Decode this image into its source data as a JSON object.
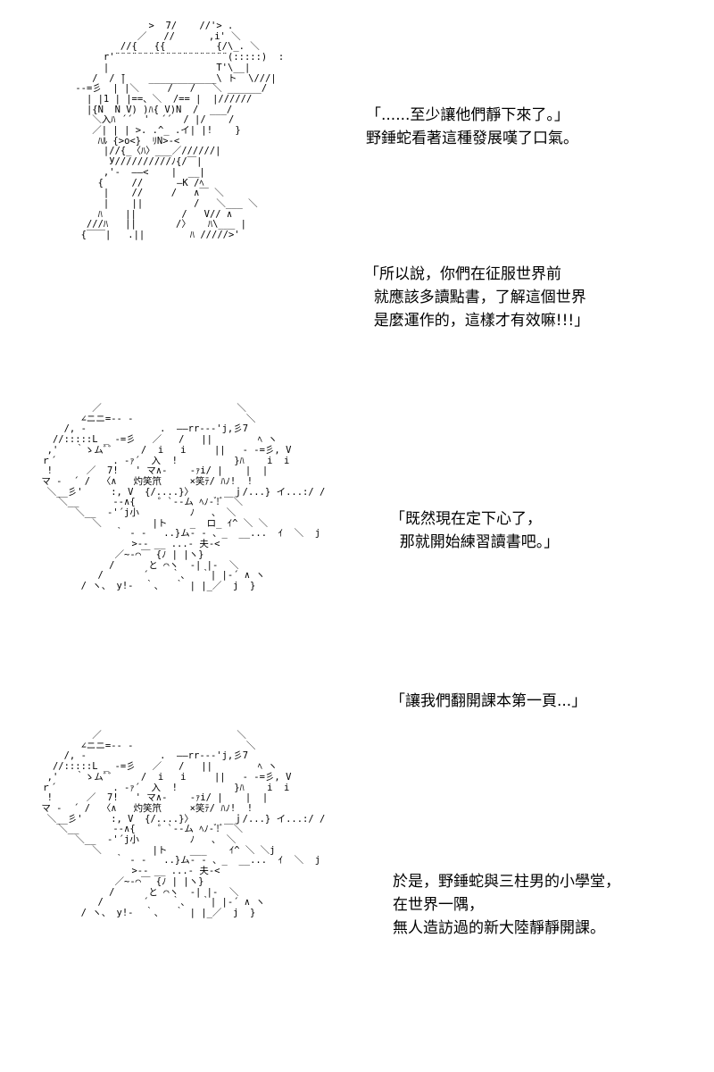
{
  "panels": [
    {
      "art": "              >  7/    //'> .\n            ／   //      ,i' ＼\n         //{   {{         {/\\_. ＼\n      r'¨¨¨¨¨¨¨¨¨¨¨¨¨¨¨¨¨¨¨¨(:::::)  :\n      |                   T'\\__|\n    /  / ̄|    ____________\\ ト  \\///|\n --=彡  | |＼     /   /   ＼ ______/\n   | |1 | |==、＼  /== |  |//////\n   |{N  N V) )ﾊ{ V)N  /  ___/\n    ＼入ﾊ ´´  '  ´´  / |/    /\n    ／| | | >. .^_ .イ| |!    }\n     ﾊﾙ {>o<}  ﾘN>-<\n      |//{_〈ﾊ〉___／//////|\n       У//////////ﾉ{/￣|\n      ,'-  ――<    |  __|\n     {     //      ―K /ﾍ\n      |    //     /   ∧￣ ＼\n      |    ||         /   ＼___ ＼\n     ﾊ    ||        /   V// ∧\n   ///ﾊ   ||       /〉   ﾊ\\___ |\n  {￣￣|   .||        ﾊ /////>'",
      "dialogue": "「......至少讓他們靜下來了。」\n野錘蛇看著這種發展嘆了口氣。"
    },
    {
      "dialogue": "「所以說，你們在征服世界前\n  就應該多讀點書，了解這個世界\n  是麼運作的，這樣才有效嘛!!!」"
    },
    {
      "art": "          ／                        ＼\n        ∠ニニ=-- ‐                    ＼\n     /, -             .  ――rr‐‐‐'j,彡7\n   //:::::L _ -=彡   ／   /   ||        ﾍ ヽ\n  ,'   ｀ゝムﾞﾞ     /  i   i     ||   ‐ -=彡, V\n ｒ´          . -ｧ´  入  !          }ﾊ    i  i\n  !      ／  7!   ' マ∧‐    -ｧi/ |    |  |\n マ ‐  ´ /  〈∧   灼笑笊     ×笑ﾃ/ ﾊﾉ!  !\n  ＼__彡'     :, V  {/....}〉       ｊ/...} イ...:/ /\n    ＼__      --∧{    ゜`‐‐ム ﾍﾉ‐ ゙!ﾞ￣＼\n       ＼__  ‐'´j小         ﾉ   、 ＼\n          ＼         |ト    _  ロ_ ｲ^ ＼ ＼\n              ｀ ‐ -   ..}ム- ‐ 、_  __...  ｲ  ＼  j\n                 >‐- __ ...‐ 夫-<\n              ／~‐⌒￣ {ﾉ | |ヽ}\n             /      と ⌒ヽ  ‐| |‐  ＼\n           /       ´    ｀、  ｀| |‐´ ∧ ヽ\n        / ヽ、 y!‐  ｀、  ｀ | |_／  j  }",
      "dialogue": "「既然現在定下心了，\n  那就開始練習讀書吧。」"
    },
    {
      "dialogue": "「讓我們翻開課本第一頁...」"
    },
    {
      "art": "          ／                        ＼\n        ∠ニニ=-- ‐                    ＼\n     /, -             .  ――rr‐‐‐'j,彡7\n   //:::::L _ -=彡   ／   /   ||        ﾍ ヽ\n  ,'   ｀ゝムﾞﾞ     /  i   i     ||   ‐ -=彡, V\n ｒ´          . -ｧ´  入  !          }ﾊ    i  i\n  !      ／  7!   ' マ∧‐    -ｧi/ |    |  |\n マ ‐  ´ /  〈∧   灼笑笊     ×笑ﾃ/ ﾊﾉ!  !\n  ＼__彡'     :, V  {/....}〉       ｊ/...} イ...:/ /\n    ＼__      --∧{    ゜`‐‐ム ﾍﾉ‐ ゙!ﾞ￣＼\n       ＼__  ‐'´j小         ﾉ   、 ＼\n          ＼         |ト    ___    ｲ^ ＼ ＼j\n              ｀ ‐ -   ..}ム- ‐ 、_  __...  ｲ  ＼  j\n                 >‐- __ ...‐ 夫-<\n              ／~‐⌒￣ {ﾉ | |ヽ}\n             /      と ⌒ヽ  ‐| |‐  ＼\n           /       ´    ｀、  ｀| |‐´ ∧ ヽ\n        / ヽ、 y!‐  ｀、  ｀ | |_／  j  }",
      "dialogue": "於是，野錘蛇與三柱男的小學堂，\n在世界一隅，\n無人造訪過的新大陸靜靜開課。"
    }
  ]
}
